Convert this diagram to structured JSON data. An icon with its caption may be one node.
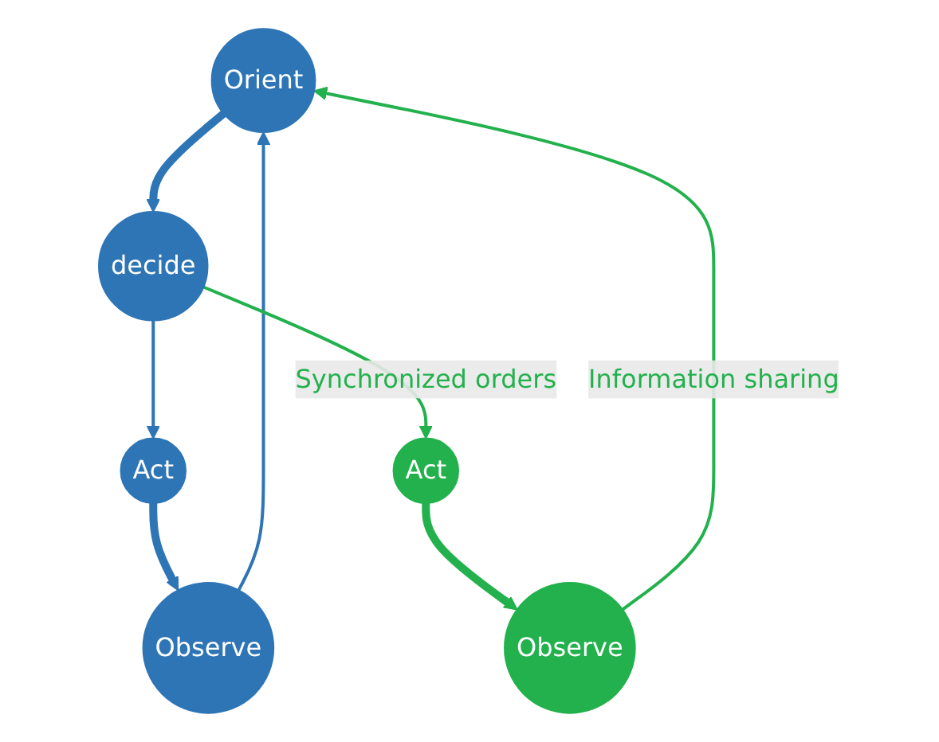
{
  "diagram": {
    "nodes": [
      {
        "text": [
          "Orient"
        ]
      },
      {
        "text": [
          "decide"
        ]
      },
      {
        "text": [
          "Observe"
        ]
      },
      {
        "text": [
          "Observe"
        ]
      },
      {
        "text": [
          "Act"
        ]
      },
      {
        "text": [
          "Act"
        ]
      }
    ],
    "edges": [
      {
        "from": 0,
        "to": 1,
        "arrow": "to",
        "style": "thick"
      },
      {
        "from": 2,
        "to": 0,
        "arrow": "to"
      },
      {
        "from": 3,
        "to": 0,
        "arrow": "to",
        "label": "Information sharing",
        "color": "#22b14c"
      },
      {
        "from": 1,
        "to": 4,
        "arrow": "to"
      },
      {
        "from": 1,
        "to": 5,
        "arrow": "to",
        "label": "Synchronized orders",
        "color": "#22b14c"
      },
      {
        "from": 4,
        "to": 2,
        "arrow": "to",
        "style": "thick"
      },
      {
        "from": 5,
        "to": 3,
        "arrow": "to",
        "style": "thick",
        "color": "#22b14c"
      }
    ]
  }
}
